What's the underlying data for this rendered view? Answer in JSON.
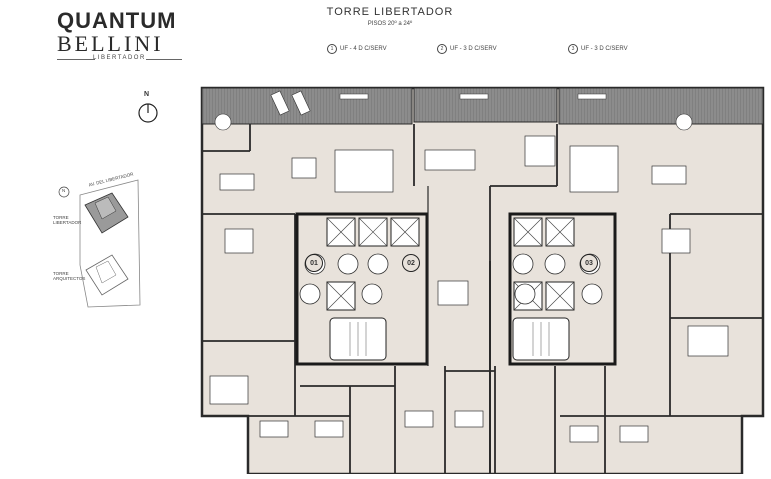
{
  "brand": {
    "line1": "QUANTUM",
    "line2": "BELLINI",
    "line3": "LIBERTADOR"
  },
  "header": {
    "title": "TORRE  LIBERTADOR",
    "subtitle": "PISOS  20º a 24º"
  },
  "legend": [
    {
      "num": "1",
      "text": "UF - 4 D C/SERV"
    },
    {
      "num": "2",
      "text": "UF - 3 D C/SERV"
    },
    {
      "num": "3",
      "text": "UF - 3 D C/SERV"
    }
  ],
  "compass": {
    "label": "N"
  },
  "site_map": {
    "street": "AV. DEL LIBERTADOR",
    "tower1": "TORRE LIBERTADOR",
    "tower2": "TORRE ARQUITECTOS",
    "north": "N"
  },
  "units": [
    {
      "label": "01"
    },
    {
      "label": "02"
    },
    {
      "label": "03"
    }
  ],
  "colors": {
    "floor": "#e8e2db",
    "wall": "#2a2a2a",
    "terrace": "#8c8c8c",
    "service": "#d9d0c4"
  }
}
